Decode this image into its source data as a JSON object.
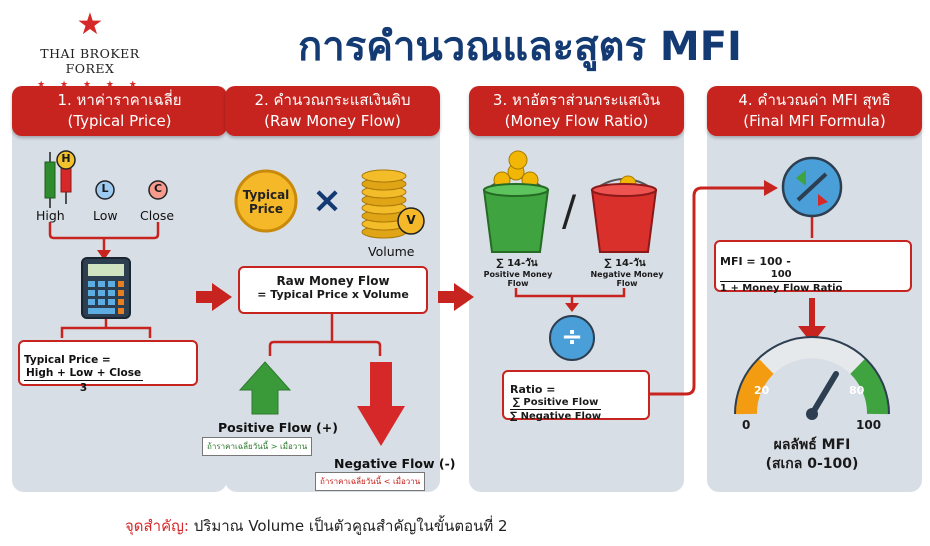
{
  "brand": {
    "name": "THAI BROKER FOREX",
    "star": "★",
    "stars": "★ ★ ★ ★ ★"
  },
  "title": "การคำนวณและสูตร MFI",
  "colors": {
    "accent": "#c8241f",
    "title": "#133a73",
    "panel": "#d8dee6",
    "up": "#3a9a3a",
    "down": "#d62828"
  },
  "step1": {
    "header_line1": "1. หาค่าราคาเฉลี่ย",
    "header_line2": "(Typical Price)",
    "h_letter": "H",
    "l_letter": "L",
    "c_letter": "C",
    "high": "High",
    "low": "Low",
    "close": "Close",
    "formula_label": "Typical Price =",
    "formula_num": "High + Low + Close",
    "formula_den": "3"
  },
  "step2": {
    "header_line1": "2. คำนวณกระแสเงินดิบ",
    "header_line2": "(Raw Money Flow)",
    "coin_line1": "Typical",
    "coin_line2": "Price",
    "times": "×",
    "v_letter": "V",
    "volume": "Volume",
    "box_line1": "Raw Money Flow",
    "box_line2": "= Typical Price x Volume",
    "positive_label": "Positive Flow (+)",
    "positive_note": "ถ้าราคาเฉลี่ยวันนี้ > เมื่อวาน",
    "negative_label": "Negative Flow (-)",
    "negative_note": "ถ้าราคาเฉลี่ยวันนี้ < เมื่อวาน"
  },
  "step3": {
    "header_line1": "3. หาอัตราส่วนกระแสเงิน",
    "header_line2": "(Money Flow Ratio)",
    "slash": "/",
    "left_sum": "∑ 14-วัน",
    "left_caption": "Positive Money Flow",
    "right_sum": "∑ 14-วัน",
    "right_caption": "Negative Money Flow",
    "divide": "÷",
    "ratio_label": "Ratio =",
    "ratio_num": "∑ Positive Flow",
    "ratio_den": "∑ Negative Flow"
  },
  "step4": {
    "header_line1": "4. คำนวณค่า MFI สุทธิ",
    "header_line2": "(Final MFI Formula)",
    "mfi_label": "MFI = 100 -",
    "mfi_num": "100",
    "mfi_den": "1 + Money Flow Ratio",
    "gauge_min": "0",
    "gauge_low": "20",
    "gauge_high": "80",
    "gauge_max": "100",
    "result_line1": "ผลลัพธ์ MFI",
    "result_line2": "(สเกล 0-100)"
  },
  "footnote": {
    "highlight": "จุดสำคัญ:",
    "text": " ปริมาณ Volume เป็นตัวคูณสำคัญในขั้นตอนที่ 2"
  }
}
